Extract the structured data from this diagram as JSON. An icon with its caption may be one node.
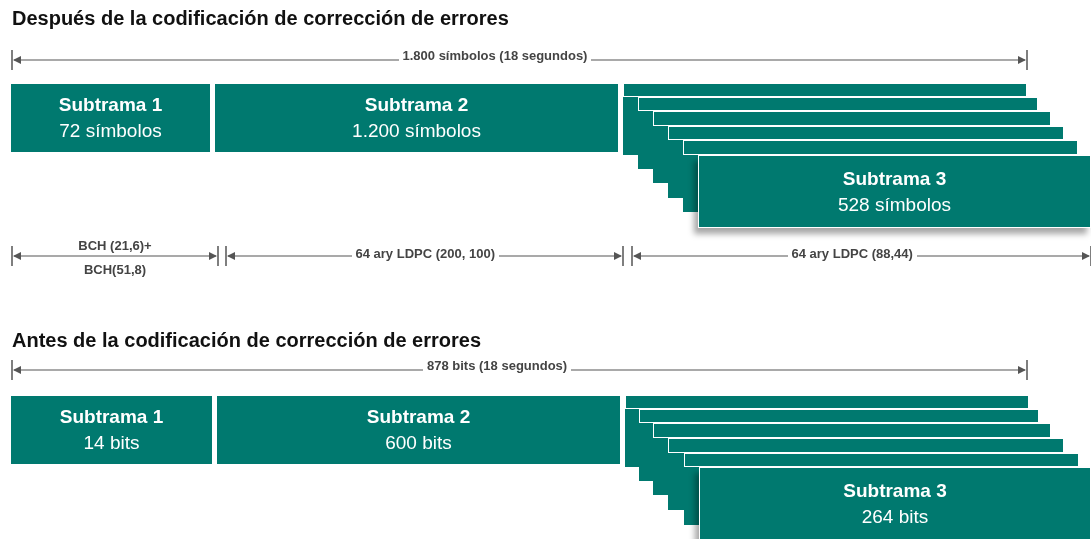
{
  "diagram": {
    "nodes": [
      {
        "text": [
          "Subtrama 1",
          "72 símbolos"
        ]
      },
      {
        "text": [
          "Subtrama 2",
          "1.200 símbolos"
        ]
      },
      {
        "text": [],
        "shape": "box"
      },
      {
        "text": [],
        "shape": "box"
      },
      {
        "text": [],
        "shape": "box"
      },
      {
        "text": [],
        "shape": "box"
      },
      {
        "text": [],
        "shape": "box"
      },
      {
        "text": [
          "Subtrama 3",
          "528 símbolos"
        ]
      },
      {
        "text": [
          "Subtrama 1",
          "14 bits"
        ]
      },
      {
        "text": [
          "Subtrama 2",
          "600 bits"
        ]
      },
      {
        "text": [],
        "shape": "box"
      },
      {
        "text": [],
        "shape": "box"
      },
      {
        "text": [],
        "shape": "box"
      },
      {
        "text": [],
        "shape": "box"
      },
      {
        "text": [],
        "shape": "box"
      },
      {
        "text": [
          "Subtrama 3",
          "264 bits"
        ]
      }
    ],
    "labels": [
      "Después de la codificación de corrección de errores",
      "1.800 símbolos (18 segundos)",
      "BCH (21,6)+ BCH(51,8)",
      "64 ary LDPC (200, 100)",
      "64 ary LDPC (88,44)",
      "Antes de la codificación de corrección de errores",
      "878 bits (18 segundos)"
    ]
  }
}
